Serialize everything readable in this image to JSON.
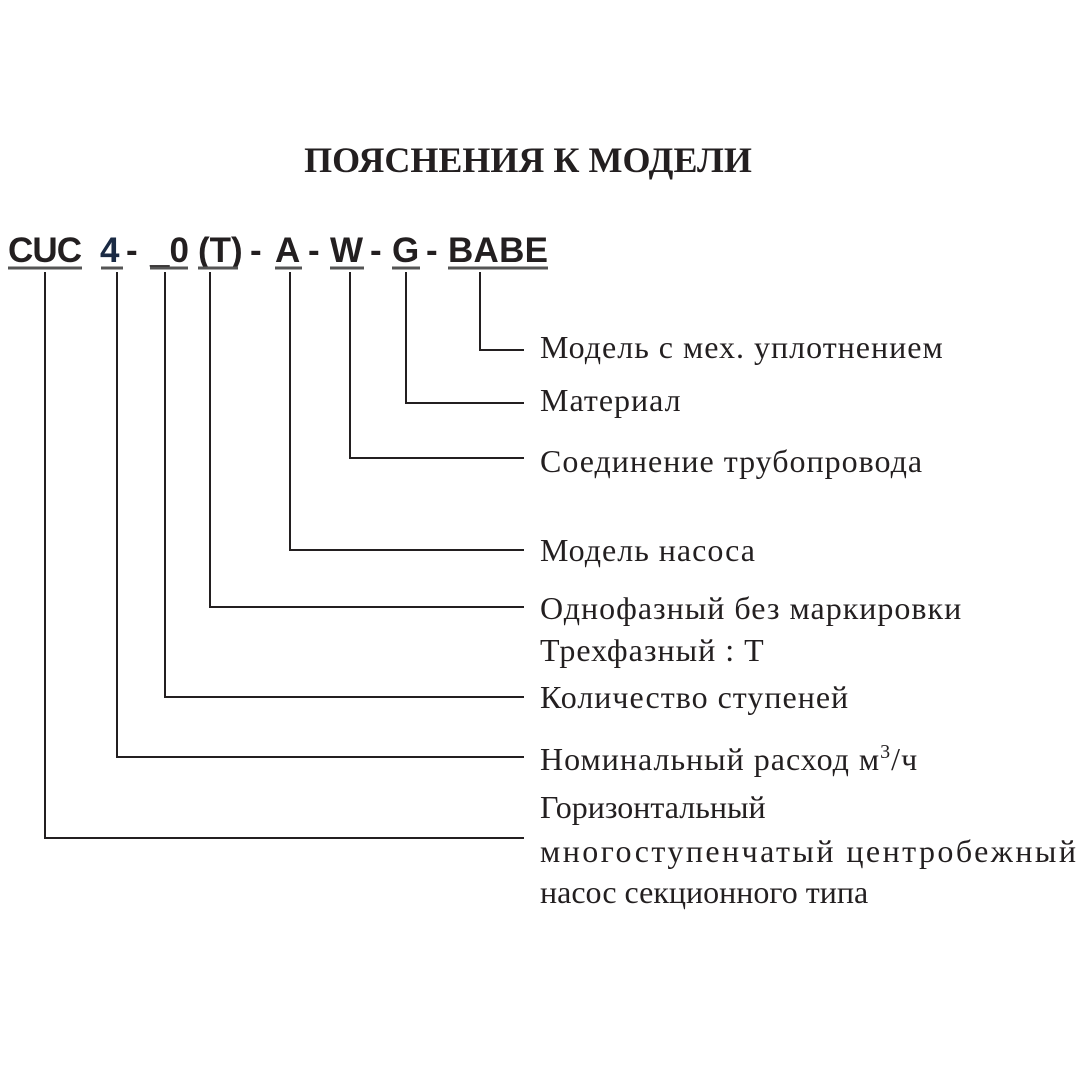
{
  "title": "ПОЯСНЕНИЯ К МОДЕЛИ",
  "code": {
    "segments": [
      "CUC",
      "4",
      "-",
      "_0",
      "(T)",
      "-",
      "A",
      "-",
      "W",
      "-",
      "G",
      "-",
      "BABE"
    ]
  },
  "labels": {
    "seal": "Модель с мех. уплотнением",
    "material": "Материал",
    "connection": "Соединение трубопровода",
    "pump_model": "Модель насоса",
    "phase_1": "Однофазный без маркировки",
    "phase_3": "Трехфазный : T",
    "stages": "Количество ступеней",
    "flow": "Номинальный расход м",
    "flow_sup": "3",
    "flow_unit": "/ч",
    "type_1": "Горизонтальный",
    "type_2": "многоступенчатый центробежный",
    "type_3": "насос секционного типа"
  }
}
